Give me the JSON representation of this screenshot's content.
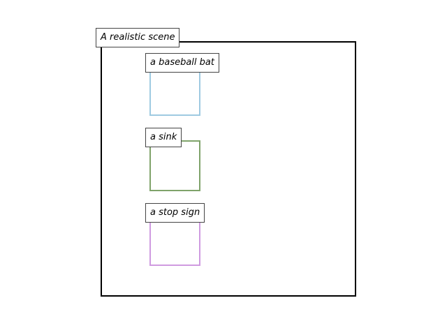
{
  "scene": {
    "title": "A realistic scene"
  },
  "objects": [
    {
      "label": "a baseball bat",
      "color": "#9ecae1"
    },
    {
      "label": "a sink",
      "color": "#7fa36a"
    },
    {
      "label": "a stop sign",
      "color": "#cf9ae0"
    }
  ]
}
